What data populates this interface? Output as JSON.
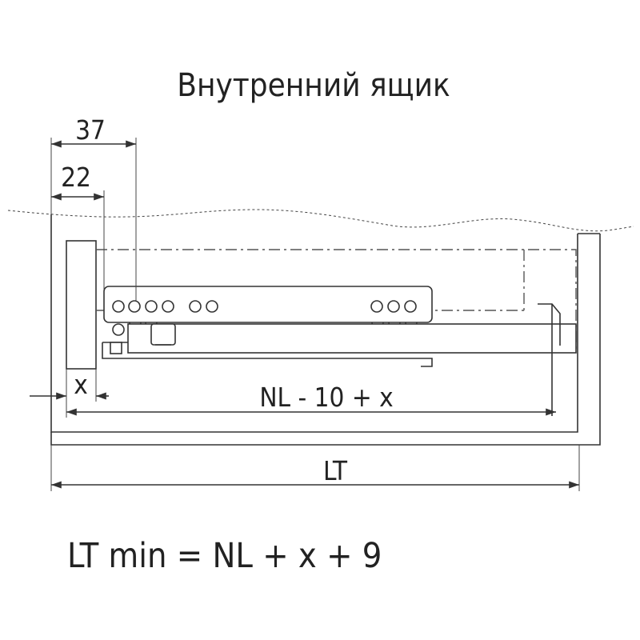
{
  "title": "Внутренний ящик",
  "dimensions": {
    "d37": "37",
    "d22": "22",
    "x": "x",
    "nl": "NL - 10 + x",
    "lt": "LT"
  },
  "formula": "LT min = NL + x + 9"
}
